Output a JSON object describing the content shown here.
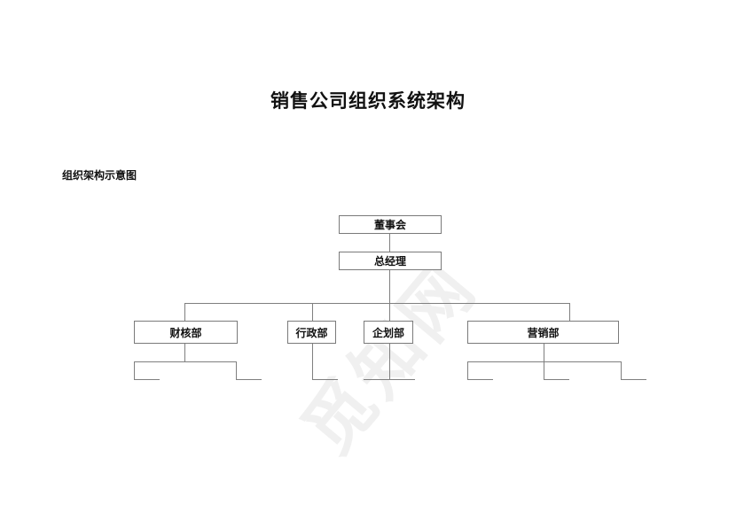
{
  "document": {
    "title": "销售公司组织系统架构",
    "subtitle": "组织架构示意图",
    "watermark": "觅知网"
  },
  "org_chart": {
    "root": {
      "label": "董事会"
    },
    "manager": {
      "label": "总经理"
    },
    "departments": [
      {
        "label": "财核部",
        "sub_units": 2
      },
      {
        "label": "行政部",
        "sub_units": 1
      },
      {
        "label": "企划部",
        "sub_units": 1
      },
      {
        "label": "营销部",
        "sub_units": 3
      }
    ]
  }
}
